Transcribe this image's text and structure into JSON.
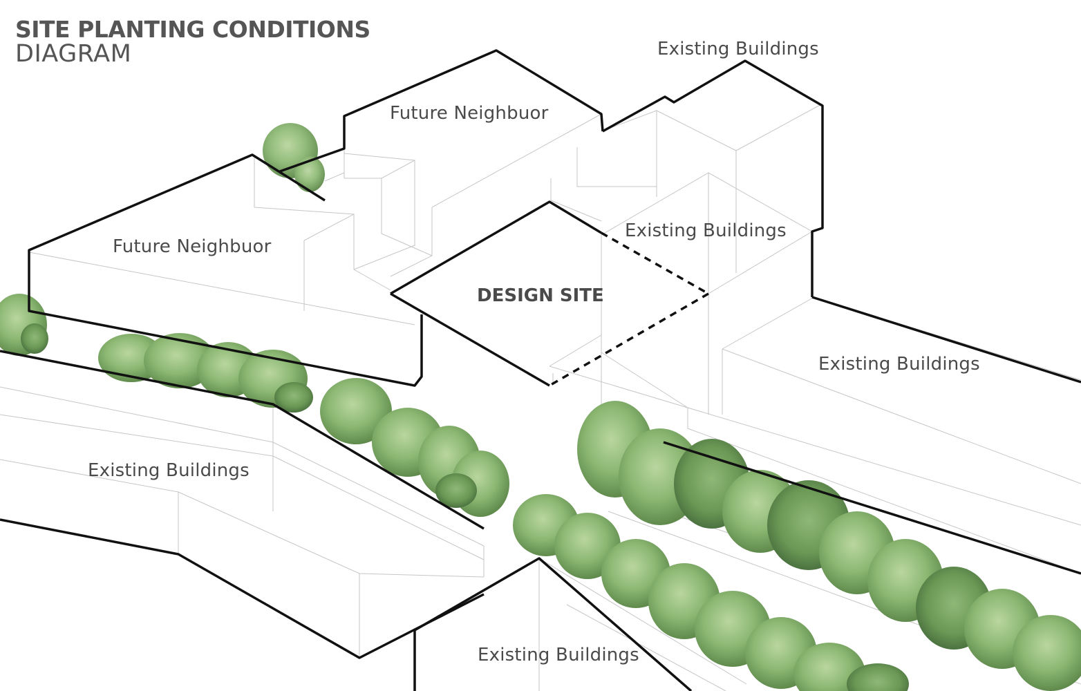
{
  "diagram": {
    "title_line1": "SITE PLANTING CONDITIONS",
    "title_line2": "DIAGRAM",
    "labels": {
      "existing_top_right": "Existing Buildings",
      "future_neighbour_top": "Future Neighbuor",
      "future_neighbour_left": "Future Neighbuor",
      "existing_center": "Existing Buildings",
      "design_site": "DESIGN SITE",
      "existing_right": "Existing Buildings",
      "existing_left": "Existing Buildings",
      "existing_bottom": "Existing Buildings"
    }
  },
  "colors": {
    "outline": "#111111",
    "thin_line": "#c8c8c8",
    "text": "#4a4a4a",
    "tree_light": "#a7c98d",
    "tree_mid": "#7fae66",
    "tree_dark": "#557f45"
  }
}
